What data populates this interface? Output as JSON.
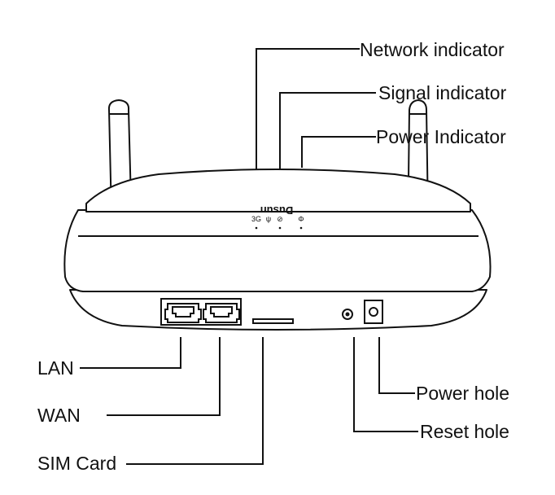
{
  "device": {
    "brand": "Dusun",
    "indicator_marks": [
      "3G",
      "ψ",
      "⊘",
      "Φ"
    ]
  },
  "labels": {
    "network_indicator": "Network indicator",
    "signal_indicator": "Signal indicator",
    "power_indicator": "Power Indicator",
    "lan": "LAN",
    "wan": "WAN",
    "sim_card": "SIM Card",
    "power_hole": "Power hole",
    "reset_hole": "Reset hole"
  }
}
